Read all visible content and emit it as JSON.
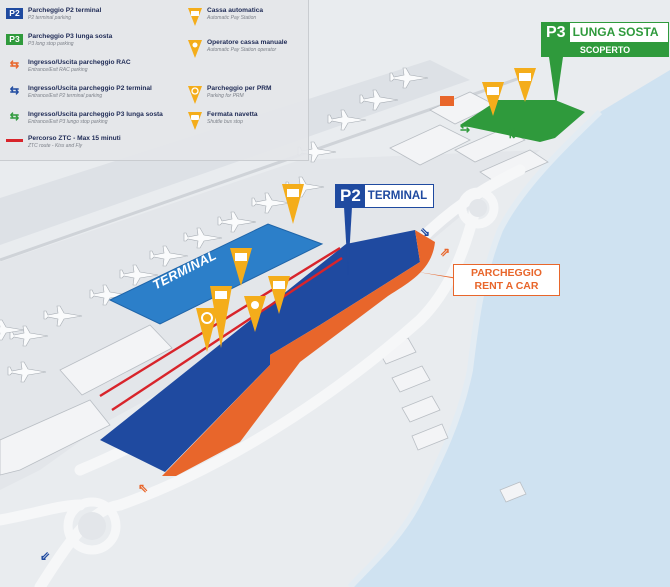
{
  "legend": {
    "items": [
      {
        "badge": "P2",
        "label": "Parcheggio P2 terminal",
        "sub": "P2 terminal parking",
        "color": "#1f4aa0"
      },
      {
        "badge": "P3",
        "label": "Parcheggio P3 lunga sosta",
        "sub": "P3 long stop parking",
        "color": "#2f9a3c"
      },
      {
        "label": "Ingresso/Uscita parcheggio RAC",
        "sub": "Entrance/Exit RAC parking",
        "color": "#e8662b",
        "icon": "arrow-rac-icon"
      },
      {
        "label": "Ingresso/Uscita parcheggio P2 terminal",
        "sub": "Entrance/Exit P2 terminal parking",
        "color": "#1f4aa0",
        "icon": "arrow-p2-icon"
      },
      {
        "label": "Ingresso/Uscita parcheggio P3 lunga sosta",
        "sub": "Entrance/Exit P3 lungo stop parking",
        "color": "#2f9a3c",
        "icon": "arrow-p3-icon"
      },
      {
        "label": "Percorso ZTC - Max 15 minuti",
        "sub": "ZTC route - Kiss and Fly",
        "color": "#d8242b",
        "icon": "red-line-icon"
      }
    ],
    "services": [
      {
        "label": "Cassa automatica",
        "sub": "Automatic Pay Station",
        "icon": "pay-station-icon"
      },
      {
        "label": "Operatore cassa manuale",
        "sub": "Automatic Pay Station operator",
        "icon": "operator-icon"
      },
      {
        "label": "Parcheggio per PRM",
        "sub": "Parking for PRM",
        "icon": "wheelchair-icon"
      },
      {
        "label": "Fermata navetta",
        "sub": "Shuttle bus stop",
        "icon": "bus-icon"
      }
    ]
  },
  "signs": {
    "p3": {
      "badge": "P3",
      "title": "LUNGA SOSTA",
      "subtitle": "SCOPERTO"
    },
    "p2": {
      "badge": "P2",
      "title": "TERMINAL"
    },
    "rent": {
      "line1": "PARCHEGGIO",
      "line2": "RENT A CAR"
    },
    "terminal": "TERMINAL"
  },
  "colors": {
    "p2_blue": "#1f4aa0",
    "p3_green": "#2f9a3c",
    "rac_orange": "#e8662b",
    "ztc_red": "#d8242b",
    "pin_yellow": "#f4ad1b",
    "sea": "#cfe2f1",
    "terminal_blue": "#2c7fc9"
  }
}
